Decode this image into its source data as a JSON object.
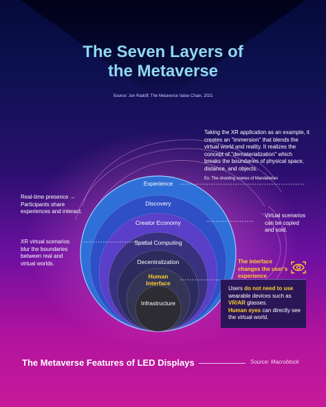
{
  "title": {
    "line1": "The Seven Layers of",
    "line2": "the Metaverse"
  },
  "source_top": "Source: Jon Radoff, The Metaverse Value Chain, 2021",
  "layers": [
    {
      "label": "Experience",
      "color": "#2f6fd8"
    },
    {
      "label": "Discovery",
      "color": "#2e4fc6"
    },
    {
      "label": "Creator Economy",
      "color": "#5a3fc8"
    },
    {
      "label": "Spatial Computing",
      "color": "#39307e"
    },
    {
      "label": "Decentralization",
      "color": "#2b2b5e"
    },
    {
      "label": "Human Interface",
      "label_line1": "Human",
      "label_line2": "Interface",
      "color": "#343556"
    },
    {
      "label": "Infrastructure",
      "color": "#2c2c32"
    }
  ],
  "annotations": {
    "xr_immersion": {
      "lines": [
        "Taking the XR application as an example, it",
        "creates an \"immersion\" that blends the",
        "virtual world and reality. It realizes the",
        "concept of \"dematerialization\" which",
        "breaks the boundaries of physical space,",
        "distance, and objects."
      ],
      "example": "Ex. The shooting scenes of Mandalorian"
    },
    "realtime_presence": {
      "line1": "Real-time presence →",
      "line2": "Participants share",
      "line3": "experiences and interact."
    },
    "virtual_scenarios_copy": {
      "line1": "Virtual scenarios",
      "line2": "can be copied",
      "line3": "and sold."
    },
    "xr_blur": {
      "line1": "XR virtual scenarios",
      "line2": "blur the boundaries",
      "line3": "between real and",
      "line4": "virtual worlds."
    },
    "interface_changes": {
      "line1": "The interface",
      "line2": "changes the user's",
      "line3": "experience"
    },
    "box": {
      "l1a": "Users ",
      "l1b": "do not need to use",
      "l2": "wearable devices such as",
      "l3a": "VR/AR",
      "l3b": " glasses.",
      "l4a": "Human eyes",
      "l4b": " can directly see",
      "l5": "the virtual world."
    }
  },
  "footer": {
    "title": "The Metaverse Features of LED Displays",
    "source": "Source: Macroblock"
  },
  "colors": {
    "accent_gold": "#ffd22e",
    "title_cyan": "#8fd8f0",
    "box_bg": "#2a1656"
  },
  "icons": {
    "eye": "eye-icon"
  }
}
